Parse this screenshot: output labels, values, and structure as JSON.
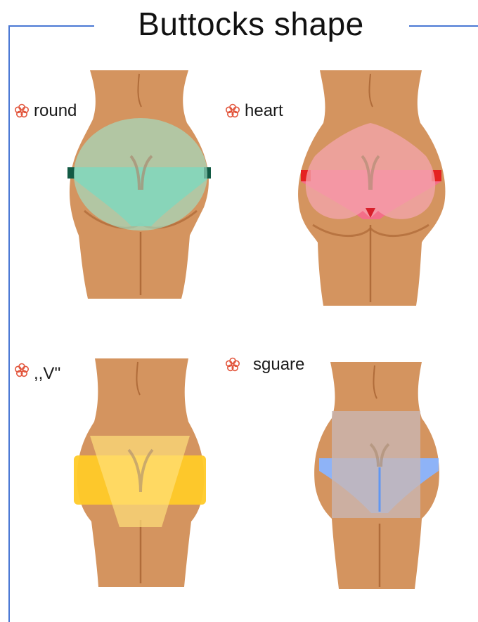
{
  "title": "Buttocks shape",
  "shapes": [
    {
      "label": "round",
      "color": "#4fc3a6"
    },
    {
      "label": "heart",
      "color": "#f46b8a"
    },
    {
      "label": ",,V''",
      "color": "#ffd43b"
    },
    {
      "label": "sguare",
      "color": "#8ab4ff"
    }
  ],
  "colors": {
    "skin": "#d4945f",
    "skin_shadow": "#b06c3a",
    "frame": "#4a78d4",
    "flower": "#e2553c"
  },
  "icons": {
    "bullet": "flower-icon"
  }
}
